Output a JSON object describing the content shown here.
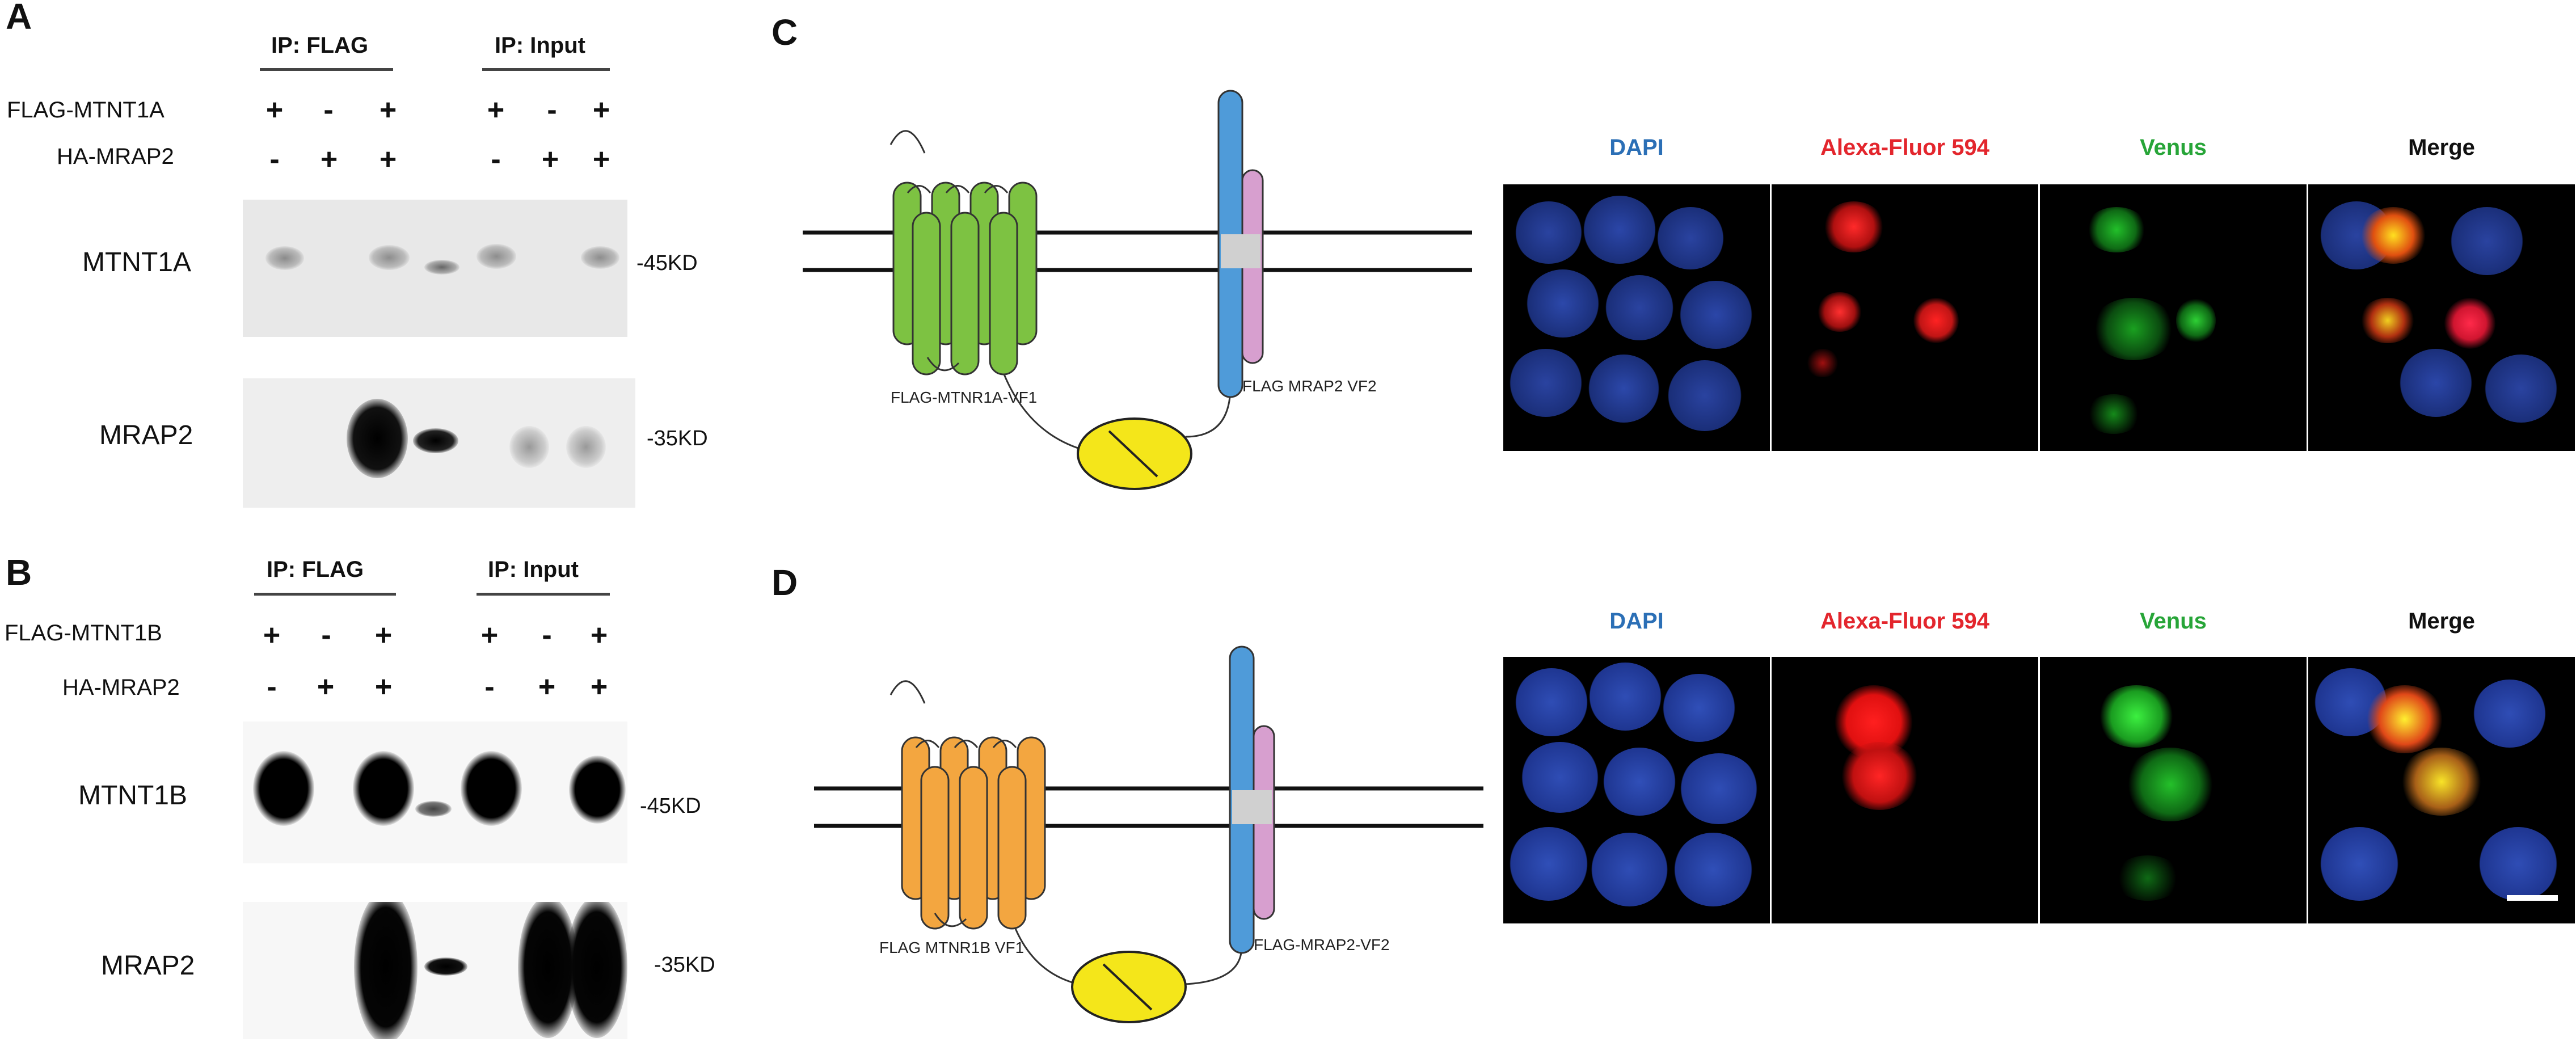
{
  "panel_a": {
    "letter": "A",
    "ip_flag": "IP: FLAG",
    "ip_input": "IP: Input",
    "rows": [
      {
        "label": "FLAG-MTNT1A",
        "signs": [
          "+",
          "-",
          "+",
          "+",
          "-",
          "+"
        ]
      },
      {
        "label": "HA-MRAP2",
        "signs": [
          "-",
          "+",
          "+",
          "-",
          "+",
          "+"
        ]
      }
    ],
    "blots": [
      {
        "label": "MTNT1A",
        "mw": "-45KD"
      },
      {
        "label": "MRAP2",
        "mw": "-35KD"
      }
    ]
  },
  "panel_b": {
    "letter": "B",
    "ip_flag": "IP: FLAG",
    "ip_input": "IP: Input",
    "rows": [
      {
        "label": "FLAG-MTNT1B",
        "signs": [
          "+",
          "-",
          "+",
          "+",
          "-",
          "+"
        ]
      },
      {
        "label": "HA-MRAP2",
        "signs": [
          "-",
          "+",
          "+",
          "-",
          "+",
          "+"
        ]
      }
    ],
    "blots": [
      {
        "label": "MTNT1B",
        "mw": "-45KD"
      },
      {
        "label": "MRAP2",
        "mw": "-35KD"
      }
    ]
  },
  "panel_c": {
    "letter": "C",
    "receptor_label": "FLAG-MTNR1A-VF1",
    "mrap_label": "FLAG MRAP2 VF2",
    "receptor_color": "#7dc242",
    "channels": [
      "DAPI",
      "Alexa-Fluor 594",
      "Venus",
      "Merge"
    ]
  },
  "panel_d": {
    "letter": "D",
    "receptor_label": "FLAG MTNR1B VF1",
    "mrap_label": "FLAG-MRAP2-VF2",
    "receptor_color": "#f3a640",
    "channels": [
      "DAPI",
      "Alexa-Fluor 594",
      "Venus",
      "Merge"
    ]
  },
  "colors": {
    "dapi": "#2b6fb6",
    "alexa": "#e3262d",
    "venus": "#27a538",
    "merge": "#111111",
    "mrap_blue": "#4f9bd9",
    "mrap_pink": "#d79fcf",
    "venus_yellow": "#f4e61a"
  }
}
